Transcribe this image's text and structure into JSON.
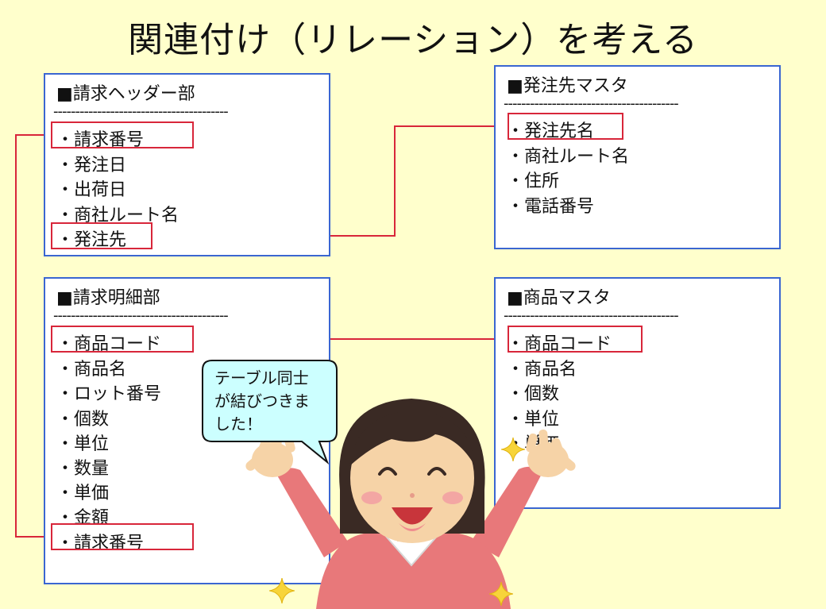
{
  "title": "関連付け（リレーション）を考える",
  "divider_text": "----------------------------------------",
  "boxes": {
    "invoice_header": {
      "title": "■請求ヘッダー部",
      "items": [
        "・請求番号",
        "・発注日",
        "・出荷日",
        "・商社ルート名",
        "・発注先"
      ]
    },
    "supplier_master": {
      "title": "■発注先マスタ",
      "items": [
        "・発注先名",
        "・商社ルート名",
        "・住所",
        "・電話番号"
      ]
    },
    "invoice_detail": {
      "title": "■請求明細部",
      "items": [
        "・商品コード",
        "・商品名",
        "・ロット番号",
        "・個数",
        "・単位",
        "・数量",
        "・単価",
        "・金額",
        "・請求番号"
      ]
    },
    "product_master": {
      "title": "■商品マスタ",
      "items": [
        "・商品コード",
        "・商品名",
        "・個数",
        "・単位",
        "・単価"
      ]
    }
  },
  "speech_bubble": {
    "lines": [
      "テーブル同士",
      "が結びつきま",
      "した！"
    ]
  },
  "colors": {
    "background": "#FFFFCC",
    "box_border": "#3A66D1",
    "highlight": "#D8263A",
    "bubble_fill": "#CCFFFF"
  },
  "icons": [
    "girl-celebrating-illustration",
    "sparkle-star-icon"
  ]
}
